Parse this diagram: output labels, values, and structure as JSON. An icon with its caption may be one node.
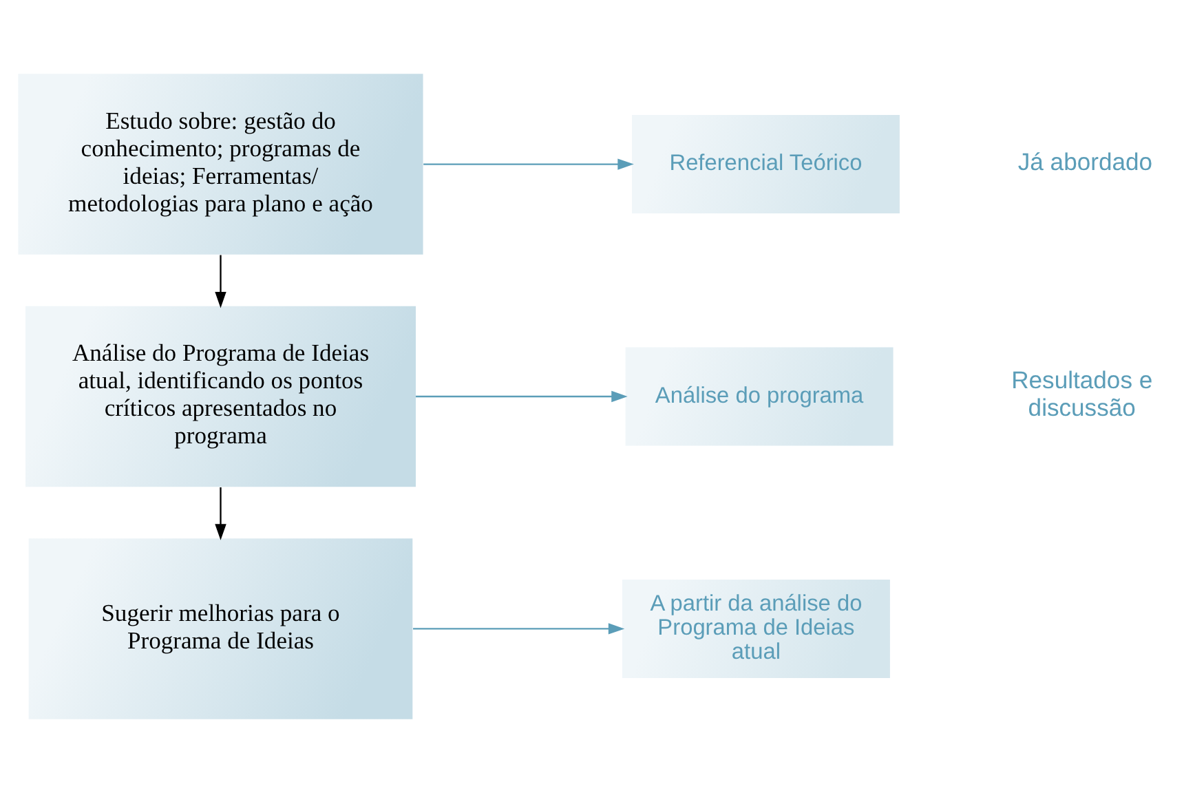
{
  "diagram": {
    "nodes": [
      {
        "text": [
          "Estudo sobre: gestão do conhecimento; programas de ideias; Ferramentas/ metodologias para plano e ação"
        ]
      },
      {
        "text": [
          "Referencial Teórico"
        ]
      },
      {
        "text": [
          "Análise do Programa de Ideias atual, identificando os pontos críticos apresentados no programa"
        ]
      },
      {
        "text": [
          "Análise do programa"
        ]
      },
      {
        "text": [
          "Sugerir melhorias para o Programa de Ideias"
        ]
      },
      {
        "text": [
          "A partir da análise do Programa de Ideias atual"
        ]
      }
    ],
    "edges": [
      {
        "from": 0,
        "to": 1,
        "arrow": "to"
      },
      {
        "from": 0,
        "to": 2,
        "arrow": "to",
        "color": "#000000"
      },
      {
        "from": 2,
        "to": 3,
        "arrow": "to"
      },
      {
        "from": 2,
        "to": 4,
        "arrow": "to",
        "color": "#000000"
      },
      {
        "from": 4,
        "to": 5,
        "arrow": "to"
      }
    ],
    "labels": [
      "Já abordado",
      "Resultados e discussão"
    ]
  }
}
